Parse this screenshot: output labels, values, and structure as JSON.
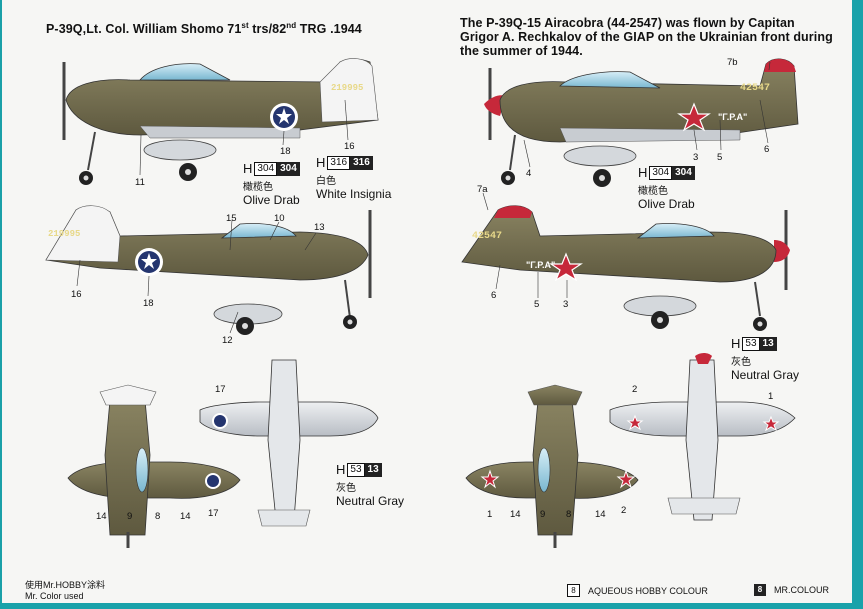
{
  "left_title": {
    "prefix": "P-39Q,Lt. Col. William Shomo 71",
    "sup1": "st",
    "mid": " trs/82",
    "sup2": "nd",
    "suffix": " TRG .1944"
  },
  "right_title": {
    "line1": "The P-39Q-15 Airacobra (44-2547) was flown by Capitan",
    "line2": "Grigor A. Rechkalov of the GIAP on the Ukrainian front during",
    "line3": "the summer of 1944."
  },
  "paints": {
    "olive_left": {
      "h": "H",
      "code": "304",
      "code_b": "304",
      "cn": "橄榄色",
      "en": "Olive Drab"
    },
    "white_left": {
      "h": "H",
      "code": "316",
      "code_b": "316",
      "cn": "白色",
      "en": "White Insignia"
    },
    "gray_left": {
      "h": "H",
      "code": "53",
      "code_b": "13",
      "cn": "灰色",
      "en": "Neutral Gray"
    },
    "olive_right": {
      "h": "H",
      "code": "304",
      "code_b": "304",
      "cn": "橄榄色",
      "en": "Olive Drab"
    },
    "gray_right": {
      "h": "H",
      "code": "53",
      "code_b": "13",
      "cn": "灰色",
      "en": "Neutral Gray"
    }
  },
  "serials": {
    "left": "219995",
    "right": "42547"
  },
  "soviet_text": "\"Γ.P.A\"",
  "callouts": {
    "l_top": [
      "18",
      "16",
      "11"
    ],
    "l_mid": [
      "15",
      "10",
      "13",
      "16",
      "18",
      "12"
    ],
    "l_bottom": [
      "17",
      "14",
      "9",
      "8",
      "14",
      "17"
    ],
    "r_top": [
      "7b",
      "4",
      "3",
      "5",
      "6"
    ],
    "r_mid": [
      "7a",
      "6",
      "5",
      "3"
    ],
    "r_bottom": [
      "2",
      "1",
      "1",
      "14",
      "9",
      "8",
      "14",
      "2"
    ]
  },
  "footer": {
    "used_cn": "使用Mr.HOBBY涂料",
    "used_en": "Mr. Color used",
    "aqueous_num": "8",
    "aqueous_label": "AQUEOUS HOBBY COLOUR",
    "mrcolor_num": "8",
    "mrcolor_label": "MR.COLOUR"
  },
  "colors": {
    "olive": "#7a7354",
    "olive_dark": "#5f5a40",
    "gray": "#d9dce0",
    "red": "#c6283a",
    "blue": "#24356f",
    "yellow": "#e8d98a"
  }
}
